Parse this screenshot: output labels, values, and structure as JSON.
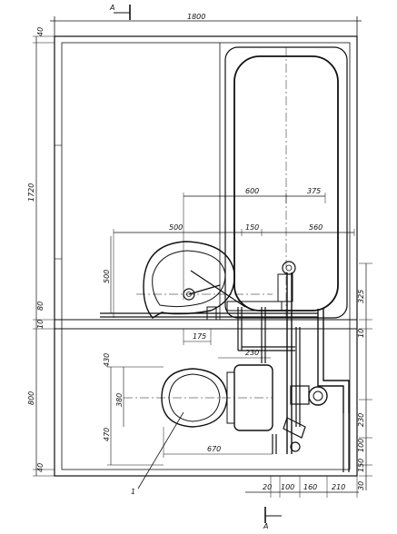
{
  "section_marks": {
    "top": "A",
    "bottom": "A"
  },
  "leader_label": "1",
  "dimensions": {
    "top": [
      "1800",
      "600",
      "375",
      "500",
      "150",
      "560"
    ],
    "left": [
      "40",
      "1720",
      "500",
      "80",
      "10",
      "430",
      "800",
      "380",
      "470",
      "40"
    ],
    "right": [
      "325",
      "10",
      "230",
      "100",
      "150",
      "30"
    ],
    "inner": [
      "175",
      "230",
      "670"
    ],
    "bottom": [
      "20",
      "100",
      "160",
      "210"
    ]
  }
}
